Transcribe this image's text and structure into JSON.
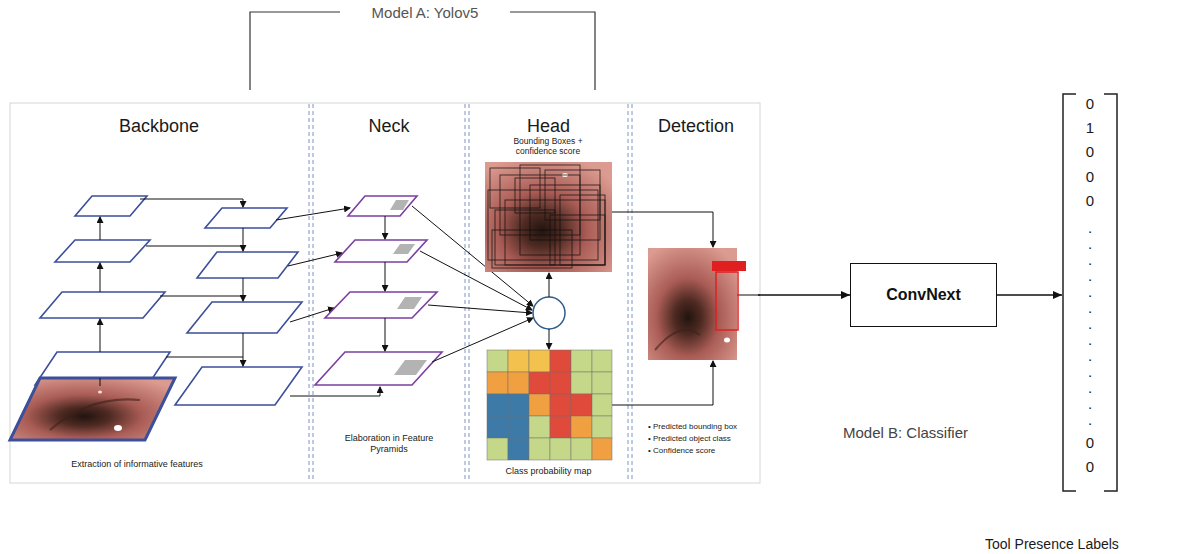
{
  "diagram": {
    "nodes": [
      {
        "text": [
          "Backbone",
          "Extraction of informative features"
        ]
      },
      {
        "text": [
          "Neck",
          "Elaboration in Feature Pyramids"
        ]
      },
      {
        "text": [
          "Head",
          "Bounding Boxes + confidence score",
          "Class probability map"
        ]
      },
      {
        "text": [
          "Detection",
          "• Predicted bounding box",
          "• Predicted object class",
          "• Confidence score"
        ]
      },
      {
        "text": [
          "ConvNext"
        ]
      },
      {
        "text": [
          "0",
          "1",
          "0",
          "0",
          "0",
          ".",
          ".",
          ".",
          ".",
          ".",
          ".",
          ".",
          ".",
          ".",
          ".",
          ".",
          ".",
          ".",
          "0",
          "0",
          "Tool Presence Labels"
        ]
      }
    ],
    "edges": [
      {
        "from": 3,
        "to": 4,
        "arrow": "to"
      },
      {
        "from": 4,
        "to": 5,
        "arrow": "to"
      }
    ],
    "labels": [
      "Model A: Yolov5",
      "Model B: Classifier"
    ]
  }
}
